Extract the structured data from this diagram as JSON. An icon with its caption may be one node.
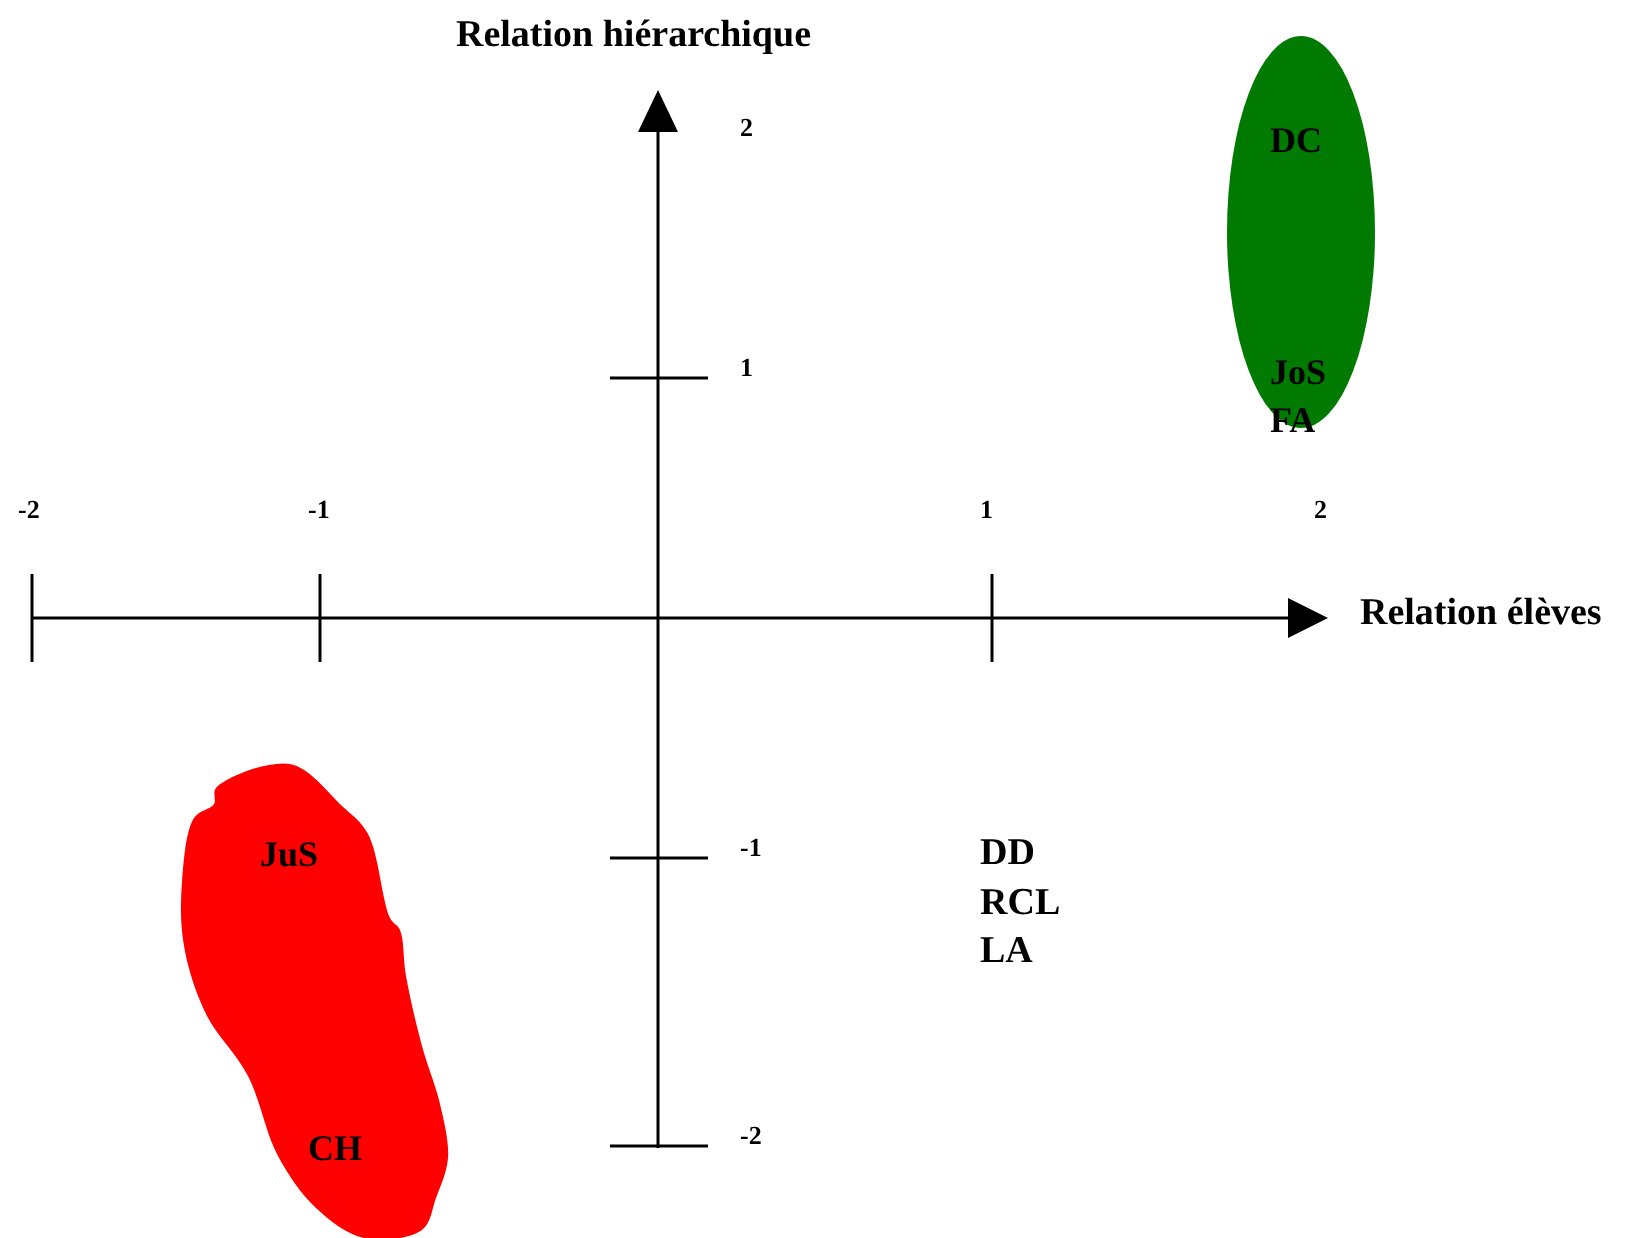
{
  "diagram": {
    "nodes": [
      {
        "text": [
          "DC",
          "JoS FA"
        ]
      },
      {
        "text": [
          "JuS",
          "CH"
        ]
      }
    ],
    "labels": [
      "Relation hiérarchique",
      "2",
      "1",
      "-2",
      "-1",
      "1",
      "2",
      "Relation élèves",
      "-1",
      "DD",
      "RCL",
      "LA",
      "-2"
    ]
  }
}
